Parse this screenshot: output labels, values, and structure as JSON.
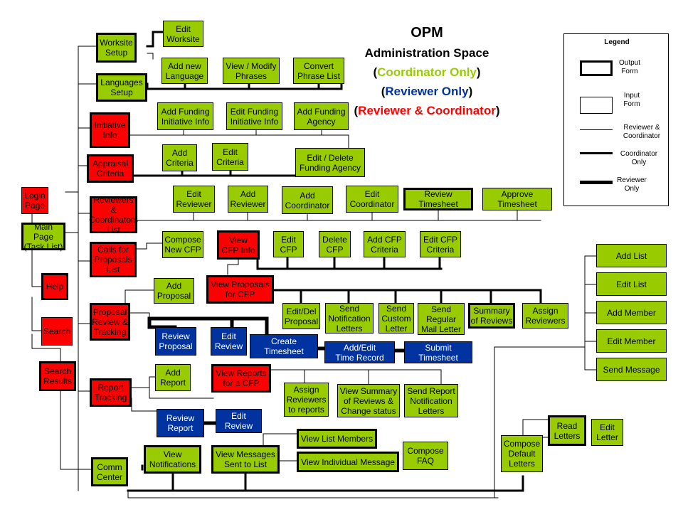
{
  "title": {
    "line1": "OPM",
    "line2": "Administration Space",
    "coord_only": "Coordinator Only",
    "reviewer_only": "Reviewer Only",
    "both": "Reviewer & Coordinator"
  },
  "legend": {
    "heading": "Legend",
    "output_form": "Output\nForm",
    "input_form": "Input\nForm",
    "reviewer_coordinator": "Reviewer &\nCoordinator",
    "coordinator_only": "Coordinator\nOnly",
    "reviewer_only": "Reviewer\nOnly"
  },
  "colors": {
    "coordinator_green": "#99cc00",
    "reviewer_blue": "#0033a0",
    "both_red": "#ff0000"
  },
  "boxes": [
    {
      "id": "edit-worksite",
      "label": "Edit\nWorksite"
    },
    {
      "id": "worksite-setup",
      "label": "Worksite\nSetup"
    },
    {
      "id": "add-new-language",
      "label": "Add new\nLanguage"
    },
    {
      "id": "view-modify-phrases",
      "label": "View / Modify\nPhrases"
    },
    {
      "id": "convert-phrase-list",
      "label": "Convert\nPhrase List"
    },
    {
      "id": "languages-setup",
      "label": "Languages\nSetup"
    },
    {
      "id": "initiative-info",
      "label": "Initiative\nInfo"
    },
    {
      "id": "add-funding-initiative-info",
      "label": "Add Funding\nInitiative Info"
    },
    {
      "id": "edit-funding-initiative-info",
      "label": "Edit Funding\nInitiative Info"
    },
    {
      "id": "add-funding-agency",
      "label": "Add Funding\nAgency"
    },
    {
      "id": "appraisal-criteria",
      "label": "Appraisal\nCriteria"
    },
    {
      "id": "add-criteria",
      "label": "Add\nCriteria"
    },
    {
      "id": "edit-criteria",
      "label": "Edit\nCriteria"
    },
    {
      "id": "edit-delete-funding-agency",
      "label": "Edit / Delete\nFunding Agency"
    },
    {
      "id": "login-page",
      "label": "Login\nPage"
    },
    {
      "id": "reviewers-coordinators-list",
      "label": "Reviewers\n& Coordinators\nList"
    },
    {
      "id": "edit-reviewer",
      "label": "Edit\nReviewer"
    },
    {
      "id": "add-reviewer",
      "label": "Add\nReviewer"
    },
    {
      "id": "add-coordinator",
      "label": "Add\nCoordinator"
    },
    {
      "id": "edit-coordinator",
      "label": "Edit\nCoordinator"
    },
    {
      "id": "review-timesheet",
      "label": "Review\nTimesheet"
    },
    {
      "id": "approve-timesheet",
      "label": "Approve\nTimesheet"
    },
    {
      "id": "main-page",
      "label": "Main Page\n(Task List)"
    },
    {
      "id": "calls-for-proposals-list",
      "label": "Calls for\nProposals\nList"
    },
    {
      "id": "compose-new-cfp",
      "label": "Compose\nNew CFP"
    },
    {
      "id": "view-cfp-info",
      "label": "View\nCFP Info"
    },
    {
      "id": "edit-cfp",
      "label": "Edit\nCFP"
    },
    {
      "id": "delete-cfp",
      "label": "Delete\nCFP"
    },
    {
      "id": "add-cfp-criteria",
      "label": "Add CFP\nCriteria"
    },
    {
      "id": "edit-cfp-criteria",
      "label": "Edit CFP\nCriteria"
    },
    {
      "id": "help",
      "label": "Help"
    },
    {
      "id": "add-proposal",
      "label": "Add\nProposal"
    },
    {
      "id": "view-proposals-for-cfp",
      "label": "View Proposals\nfor CFP"
    },
    {
      "id": "edit-del-proposal",
      "label": "Edit/Del\nProposal"
    },
    {
      "id": "send-notification-letters",
      "label": "Send\nNotification\nLetters"
    },
    {
      "id": "send-custom-letter",
      "label": "Send\nCustom\nLetter"
    },
    {
      "id": "send-regular-mail-letter",
      "label": "Send\nRegular\nMail Letter"
    },
    {
      "id": "summary-of-reviews",
      "label": "Summary\nof Reviews"
    },
    {
      "id": "assign-reviewers",
      "label": "Assign\nReviewers"
    },
    {
      "id": "proposal-review-tracking",
      "label": "Proposal\nReview &\nTracking"
    },
    {
      "id": "search",
      "label": "Search"
    },
    {
      "id": "review-proposal",
      "label": "Review\nProposal"
    },
    {
      "id": "edit-review",
      "label": "Edit\nReview"
    },
    {
      "id": "create-timesheet",
      "label": "Create\nTimesheet"
    },
    {
      "id": "add-edit-time-record",
      "label": "Add/Edit\nTime Record"
    },
    {
      "id": "submit-timesheet",
      "label": "Submit\nTimesheet"
    },
    {
      "id": "search-results",
      "label": "Search\nResults"
    },
    {
      "id": "add-report",
      "label": "Add\nReport"
    },
    {
      "id": "view-reports-for-cfp",
      "label": "View Reports\nfor a CFP"
    },
    {
      "id": "report-tracking",
      "label": "Report\nTracking"
    },
    {
      "id": "assign-reviewers-to-reports",
      "label": "Assign\nReviewers\nto reports"
    },
    {
      "id": "view-summary-of-reviews",
      "label": "View Summary\nof Reviews &\nChange status"
    },
    {
      "id": "send-report-notification-letters",
      "label": "Send Report\nNotification\nLetters"
    },
    {
      "id": "review-report",
      "label": "Review\nReport"
    },
    {
      "id": "edit-review-2",
      "label": "Edit\nReview"
    },
    {
      "id": "add-list",
      "label": "Add List"
    },
    {
      "id": "edit-list",
      "label": "Edit List"
    },
    {
      "id": "add-member",
      "label": "Add Member"
    },
    {
      "id": "edit-member",
      "label": "Edit Member"
    },
    {
      "id": "send-message",
      "label": "Send Message"
    },
    {
      "id": "view-list-members",
      "label": "View List Members"
    },
    {
      "id": "view-notifications",
      "label": "View\nNotifications"
    },
    {
      "id": "view-messages-sent-to-list",
      "label": "View Messages\nSent to List"
    },
    {
      "id": "view-individual-message",
      "label": "View Individual Message"
    },
    {
      "id": "compose-faq",
      "label": "Compose\nFAQ"
    },
    {
      "id": "read-letters",
      "label": "Read\nLetters"
    },
    {
      "id": "edit-letter",
      "label": "Edit\nLetter"
    },
    {
      "id": "compose-default-letters",
      "label": "Compose\nDefault\nLetters"
    },
    {
      "id": "comm-center",
      "label": "Comm\nCenter"
    }
  ]
}
